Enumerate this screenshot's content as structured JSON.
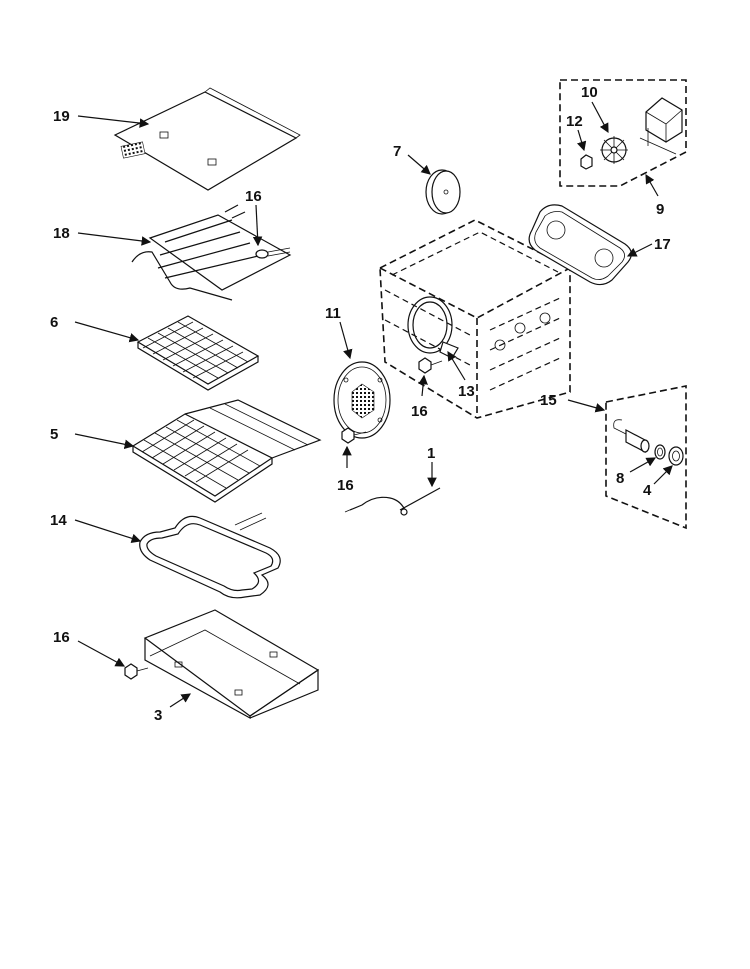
{
  "callouts": {
    "c19": "19",
    "c18": "18",
    "c16_broil": "16",
    "c6": "6",
    "c5": "5",
    "c14": "14",
    "c16_drawer": "16",
    "c3": "3",
    "c7": "7",
    "c10": "10",
    "c12": "12",
    "c9": "9",
    "c17": "17",
    "c11": "11",
    "c13": "13",
    "c16_center": "16",
    "c16_cover": "16",
    "c1": "1",
    "c15": "15",
    "c8": "8",
    "c4": "4"
  }
}
